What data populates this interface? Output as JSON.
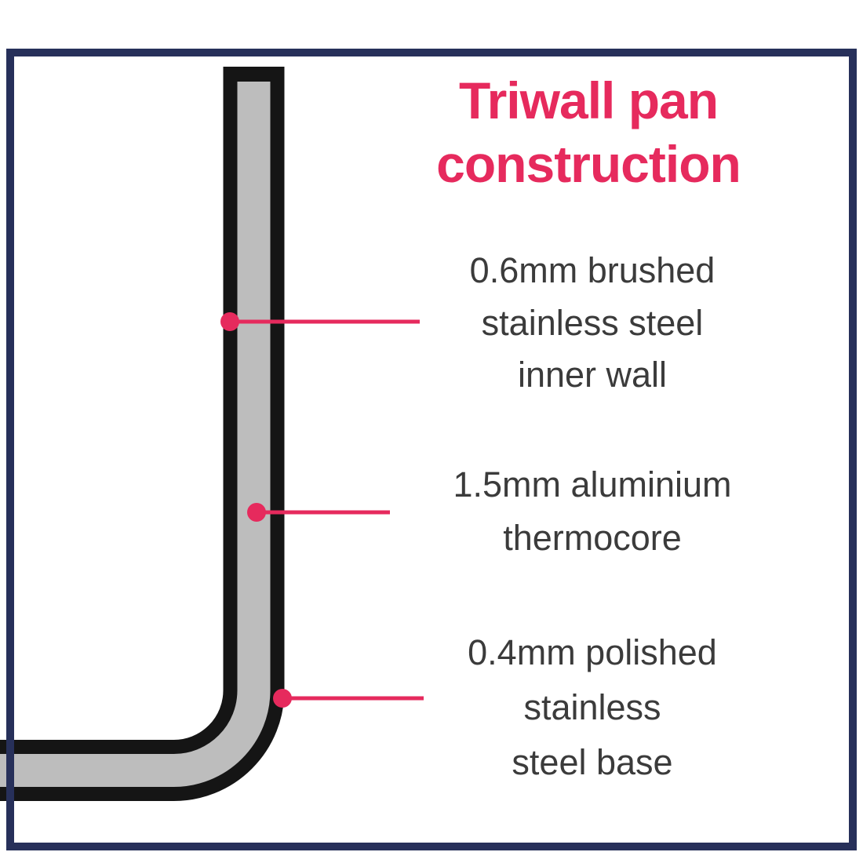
{
  "title": {
    "text": "Triwall pan\nconstruction"
  },
  "labels": {
    "inner_wall": {
      "text": "0.6mm brushed\nstainless steel\ninner wall"
    },
    "thermocore": {
      "text": "1.5mm aluminium\nthermocore"
    },
    "base": {
      "text": "0.4mm polished\nstainless\nsteel base"
    }
  },
  "colors": {
    "accent": "#E62A5D",
    "frame": "#27305A",
    "steel": "#151515",
    "core": "#BDBDBD",
    "label_text": "#3B3B3B"
  }
}
